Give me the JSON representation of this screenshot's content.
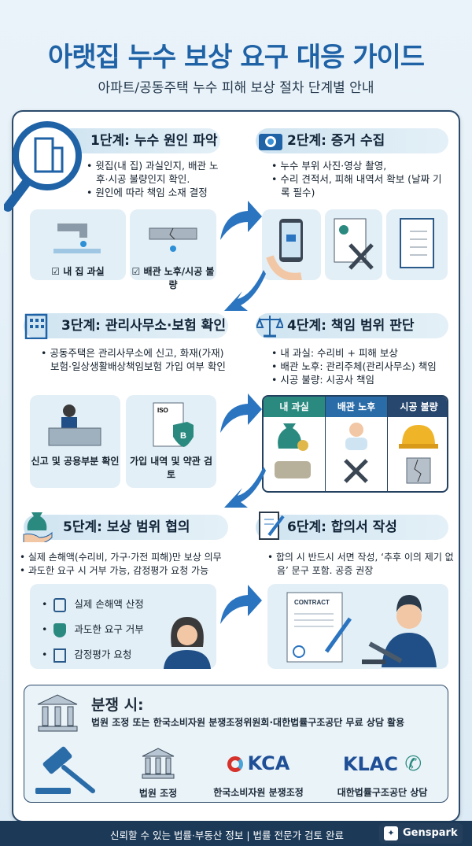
{
  "header": {
    "title": "아랫집 누수 보상 요구 대응 가이드",
    "subtitle": "아파트/공동주택 누수 피해 보상 절차 단계별 안내"
  },
  "steps": [
    {
      "title": "1단계: 누수 원인 파악",
      "icon": "magnifier-building-icon",
      "bullets": [
        "윗집(내 집) 과실인지, 배관 노후·시공 불량인지 확인.",
        "원인에 따라 책임 소재 결정"
      ],
      "cards": [
        "내 집 과실",
        "배관 노후/시공 불량"
      ]
    },
    {
      "title": "2단계: 증거 수집",
      "icon": "camera-icon",
      "bullets": [
        "누수 부위 사진·영상 촬영,",
        "수리 견적서, 피해 내역서 확보 (날짜 기록 필수)"
      ]
    },
    {
      "title": "3단계: 관리사무소·보험 확인",
      "icon": "building-icon",
      "bullets": [
        "공동주택은 관리사무소에 신고, 화재(가재)보험·일상생활배상책임보험 가입 여부 확인"
      ],
      "cards": [
        "신고 및 공용부분 확인",
        "가입 내역 및 약관 검토"
      ],
      "doc_labels": [
        "ISO",
        "B"
      ]
    },
    {
      "title": "4단계: 책임 범위 판단",
      "icon": "scales-icon",
      "bullets": [
        "내 과실: 수리비 + 피해 보상",
        "배관 노후: 관리주체(관리사무소) 책임",
        "시공 불량: 시공사 책임"
      ],
      "table_headers": [
        "내 과실",
        "배관 노후",
        "시공 불량"
      ]
    },
    {
      "title": "5단계: 보상 범위 협의",
      "icon": "money-hand-icon",
      "bullets": [
        "실제 손해액(수리비, 가구·가전 피해)만 보상 의무",
        "과도한 요구 시 거부 가능, 감정평가 요청 가능"
      ],
      "checklist": [
        "실제 손해액 산정",
        "과도한 요구 거부",
        "감정평가 요청"
      ]
    },
    {
      "title": "6단계: 합의서 작성",
      "icon": "document-pen-icon",
      "bullets": [
        "합의 시 반드시 서면 작성, ‘추후 이의 제기 없음’ 문구 포함. 공증 권장"
      ],
      "contract_label": "CONTRACT"
    }
  ],
  "dispute": {
    "title": "분쟁 시:",
    "text": "법원 조정 또는 한국소비자원 분쟁조정위원회·대한법률구조공단 무료 상담 활용",
    "items": [
      "법원 조정",
      "한국소비자원 분쟁조정",
      "대한법률구조공단 상담"
    ],
    "logos": [
      "KCA",
      "KLAC"
    ]
  },
  "footer": {
    "text": "신뢰할 수 있는 법률·부동산 정보 | 법률 전문가 검토 완료",
    "brand": "Genspark"
  },
  "colors": {
    "primary": "#1f62a6",
    "navy": "#1c3a58",
    "teal": "#2a8a80",
    "blue": "#2a6ca8",
    "dark": "#27476e"
  }
}
